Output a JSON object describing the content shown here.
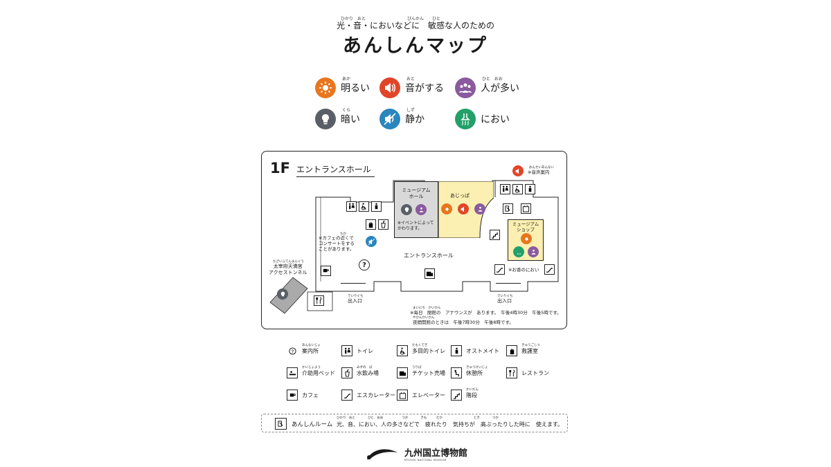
{
  "header": {
    "subtitle": "光・音・においなどに　敏感な人のための",
    "title": "あんしんマップ"
  },
  "legend": [
    {
      "ruby": "あか",
      "label": "明るい",
      "icon": "bulb-bright-icon",
      "color": "#e8761f"
    },
    {
      "ruby": "おと",
      "label": "音がする",
      "icon": "speaker-icon",
      "color": "#e0452a"
    },
    {
      "ruby": "ひと　おお",
      "label": "人が多い",
      "icon": "crowd-icon",
      "color": "#8a5a9e"
    },
    {
      "ruby": "くら",
      "label": "暗い",
      "icon": "bulb-dark-icon",
      "color": "#5a5e66"
    },
    {
      "ruby": "しず",
      "label": "静か",
      "icon": "speaker-muted-icon",
      "color": "#2a86bd"
    },
    {
      "ruby": "",
      "label": "におい",
      "icon": "smell-icon",
      "color": "#23a06a"
    }
  ],
  "map": {
    "floor": "1F",
    "area_name": "エントランスホール",
    "museum_hall": "ミュージアム\nホール",
    "museum_hall_note": "※イベントによって\nかわります。",
    "ajippa": "あじっぱ",
    "shop": "ミュージアム\nショップ",
    "shop_note": "※お香のにおい",
    "cafe_note_ruby": "ちか",
    "cafe_note": "※カフェの近くで\nコンサートをする\nことがあります。",
    "hall_label": "エントランスホール",
    "audio_ruby": "おんせいあんない",
    "audio_note": "※音声案内",
    "tunnel_ruby": "だざいふてんまんぐう",
    "tunnel": "太宰府天満宮\nアクセストンネル",
    "entrance_ruby": "でいりぐち",
    "entrance_left": "出入口",
    "entrance_right": "出入口",
    "announce_ruby": "まいにち　かいかん",
    "announce_1": "※毎日　閉館の　アナウンスが　あります。　午後4時30分　午後5時です。",
    "announce_ruby2": "やかんかいかん",
    "announce_2": "夜間開館のときは　午後7時30分　午後8時です。"
  },
  "facilities": [
    {
      "ruby": "あんないじょ",
      "label": "案内所",
      "icon": "question-icon"
    },
    {
      "ruby": "",
      "label": "トイレ",
      "icon": "toilet-icon"
    },
    {
      "ruby": "たもくてき",
      "label": "多目的トイレ",
      "icon": "wheelchair-icon"
    },
    {
      "ruby": "",
      "label": "オストメイト",
      "icon": "ostomate-icon"
    },
    {
      "ruby": "きゅうごしつ",
      "label": "救護室",
      "icon": "first-aid-icon"
    },
    {
      "ruby": "かいじょよう",
      "label": "介助用ベッド",
      "icon": "care-bed-icon"
    },
    {
      "ruby": "みずの　ば",
      "label": "水飲み場",
      "icon": "drinking-water-icon"
    },
    {
      "ruby": "うりば",
      "label": "チケット売場",
      "icon": "ticket-icon"
    },
    {
      "ruby": "きゅうけいじょ",
      "label": "休憩所",
      "icon": "rest-area-icon"
    },
    {
      "ruby": "",
      "label": "レストラン",
      "icon": "restaurant-icon"
    },
    {
      "ruby": "",
      "label": "カフェ",
      "icon": "cafe-icon"
    },
    {
      "ruby": "",
      "label": "エスカレーター",
      "icon": "escalator-icon"
    },
    {
      "ruby": "",
      "label": "エレベーター",
      "icon": "elevator-icon"
    },
    {
      "ruby": "かいだん",
      "label": "階段",
      "icon": "stairs-icon"
    }
  ],
  "anshin_room": {
    "label": "あんしんルーム",
    "ruby": "ひかり　おと　　　　ひと　おお　　　　　　つか　　　　きも　　　たか　　　　　　　　　　とき　　　　つか",
    "desc": "光、音、におい、人の多さなどで　疲れたり　気持ちが　高ぶったりした時に　使えます。"
  },
  "footer": {
    "logo_text": "九州国立博物館",
    "logo_sub": "KYUSHU NATIONAL MUSEUM"
  }
}
